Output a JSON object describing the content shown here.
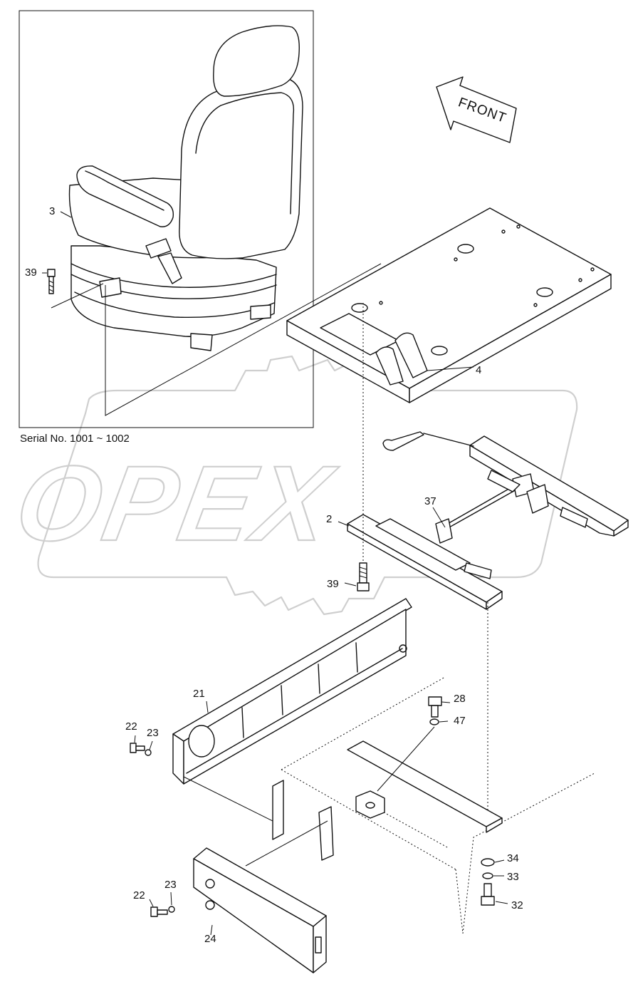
{
  "serial_note": "Serial No. 1001 ~ 1002",
  "front_label": "FRONT",
  "watermark": "OPEX",
  "callouts": [
    {
      "id": "c3",
      "label": "3",
      "part": "seat"
    },
    {
      "id": "c39a",
      "label": "39",
      "part": "bolt"
    },
    {
      "id": "c4",
      "label": "4",
      "part": "seat plate"
    },
    {
      "id": "c2",
      "label": "2",
      "part": "slide rail"
    },
    {
      "id": "c37",
      "label": "37",
      "part": "link wire"
    },
    {
      "id": "c39b",
      "label": "39",
      "part": "bolt"
    },
    {
      "id": "c21",
      "label": "21",
      "part": "cover"
    },
    {
      "id": "c22a",
      "label": "22",
      "part": "bolt"
    },
    {
      "id": "c23a",
      "label": "23",
      "part": "washer"
    },
    {
      "id": "c28",
      "label": "28",
      "part": "bolt"
    },
    {
      "id": "c47",
      "label": "47",
      "part": "washer"
    },
    {
      "id": "c34",
      "label": "34",
      "part": "washer"
    },
    {
      "id": "c33",
      "label": "33",
      "part": "spring washer"
    },
    {
      "id": "c32",
      "label": "32",
      "part": "bolt"
    },
    {
      "id": "c22b",
      "label": "22",
      "part": "bolt"
    },
    {
      "id": "c23b",
      "label": "23",
      "part": "washer"
    },
    {
      "id": "c24",
      "label": "24",
      "part": "cover"
    }
  ]
}
